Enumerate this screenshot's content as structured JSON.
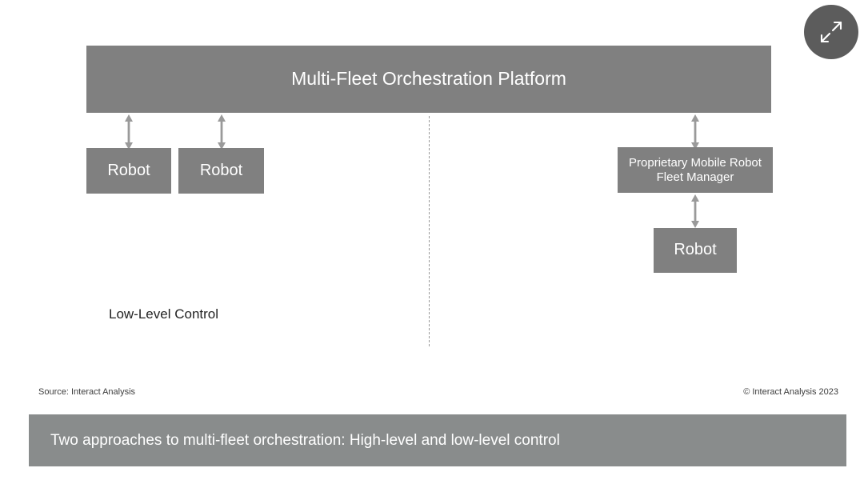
{
  "diagram": {
    "platform": {
      "label": "Multi-Fleet Orchestration Platform"
    },
    "left_branch": {
      "nodes": [
        {
          "label": "Robot"
        },
        {
          "label": "Robot"
        }
      ],
      "annotation": "Low-Level Control"
    },
    "right_branch": {
      "fleet_manager": {
        "label": "Proprietary Mobile Robot Fleet Manager"
      },
      "robot": {
        "label": "Robot"
      }
    },
    "connectors": {
      "icon": "double-headed-vertical-arrow",
      "count": 4
    },
    "divider": {
      "style": "dashed-vertical"
    }
  },
  "controls": {
    "expand": {
      "icon": "expand-diagonal-arrows-icon",
      "label": "Expand"
    }
  },
  "footer": {
    "source": "Source: Interact Analysis",
    "copyright": "© Interact Analysis 2023"
  },
  "caption": {
    "text": "Two approaches to multi-fleet orchestration: High-level and low-level control"
  },
  "colors": {
    "box_gray": "#808080",
    "caption_gray": "#898c8c",
    "button_gray": "#5c5c5c",
    "arrow_gray": "#9a9a9a",
    "text_white": "#ffffff",
    "text_dark": "#222222"
  }
}
